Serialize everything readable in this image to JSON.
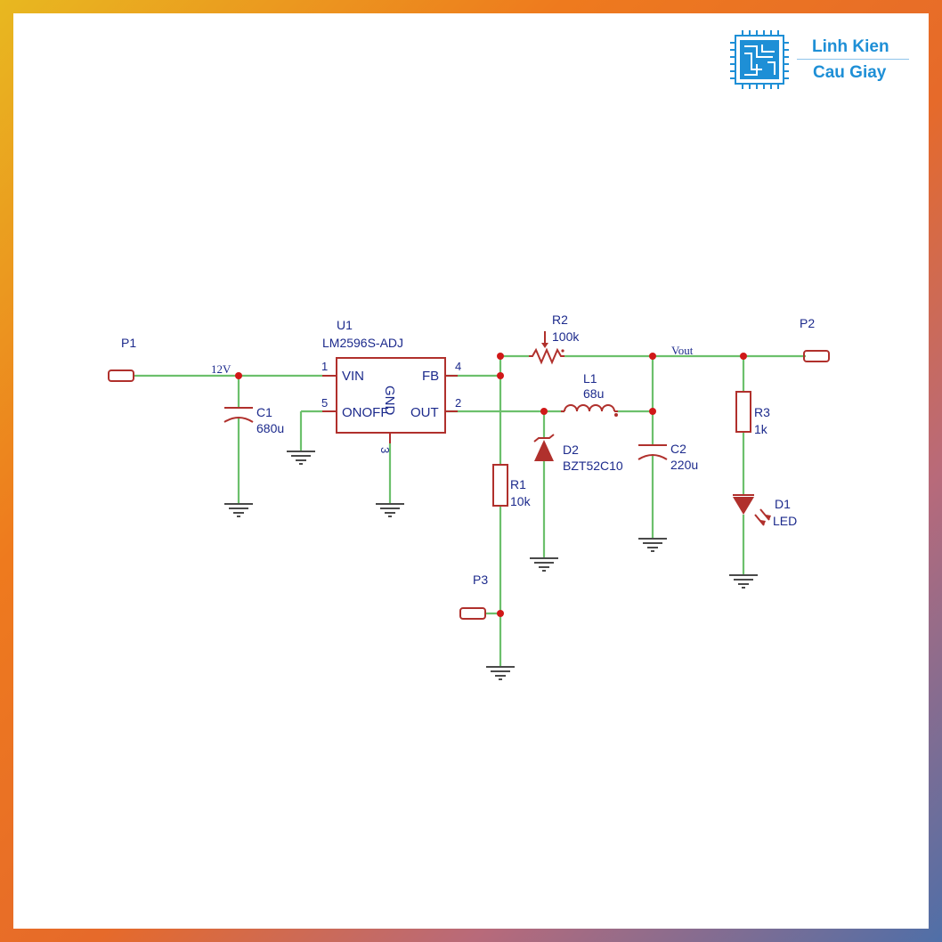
{
  "logo": {
    "line1": "Linh Kien",
    "line2": "Cau Giay",
    "icon": "circuit-chip-icon",
    "color": "#1e8fd6"
  },
  "colors": {
    "wire": "#6cc06c",
    "component": "#b0302c",
    "junction": "#d01818",
    "label": "#1c2a8c"
  },
  "ports": {
    "p1": "P1",
    "p2": "P2",
    "p3": "P3"
  },
  "nets": {
    "input": "12V",
    "output": "Vout"
  },
  "u1": {
    "ref": "U1",
    "value": "LM2596S-ADJ",
    "pins": {
      "vin": "VIN",
      "fb": "FB",
      "onoff": "ONOFF",
      "out": "OUT",
      "gnd": "GND",
      "n1": "1",
      "n2": "2",
      "n3": "3",
      "n4": "4",
      "n5": "5"
    }
  },
  "c1": {
    "ref": "C1",
    "value": "680u"
  },
  "c2": {
    "ref": "C2",
    "value": "220u"
  },
  "r1": {
    "ref": "R1",
    "value": "10k"
  },
  "r2": {
    "ref": "R2",
    "value": "100k"
  },
  "r3": {
    "ref": "R3",
    "value": "1k"
  },
  "l1": {
    "ref": "L1",
    "value": "68u"
  },
  "d1": {
    "ref": "D1",
    "value": "LED"
  },
  "d2": {
    "ref": "D2",
    "value": "BZT52C10"
  }
}
